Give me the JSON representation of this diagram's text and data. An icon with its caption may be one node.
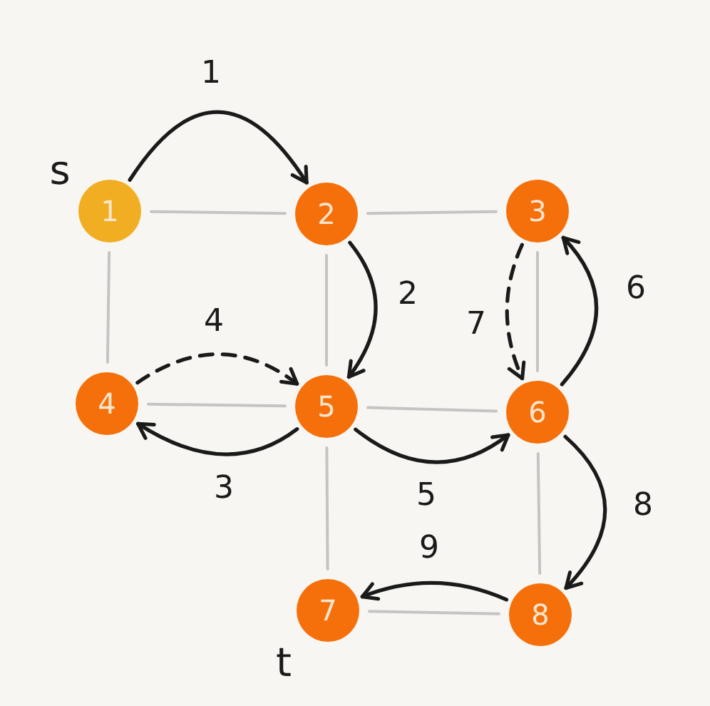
{
  "diagram": {
    "nodes": [
      {
        "text": [
          "1"
        ],
        "beside": [
          "s"
        ]
      },
      {
        "text": [
          "2"
        ]
      },
      {
        "text": [
          "3"
        ]
      },
      {
        "text": [
          "4"
        ]
      },
      {
        "text": [
          "5"
        ]
      },
      {
        "text": [
          "6"
        ]
      },
      {
        "text": [
          "7"
        ],
        "beside": [
          "t"
        ]
      },
      {
        "text": [
          "8"
        ]
      }
    ],
    "edges": [
      {
        "from": 0,
        "to": 1,
        "arrow": "to",
        "label": "1",
        "color": "#1a1a1a"
      },
      {
        "from": 1,
        "to": 4,
        "arrow": "to",
        "label": "2",
        "color": "#1a1a1a"
      },
      {
        "from": 4,
        "to": 3,
        "arrow": "to",
        "label": "3",
        "color": "#1a1a1a"
      },
      {
        "from": 3,
        "to": 4,
        "arrow": "to",
        "label": "4",
        "style": "dashed",
        "color": "#1a1a1a"
      },
      {
        "from": 4,
        "to": 5,
        "arrow": "to",
        "label": "5",
        "color": "#1a1a1a"
      },
      {
        "from": 5,
        "to": 2,
        "arrow": "to",
        "label": "6",
        "color": "#1a1a1a"
      },
      {
        "from": 2,
        "to": 5,
        "arrow": "to",
        "label": "7",
        "style": "dashed",
        "color": "#1a1a1a"
      },
      {
        "from": 5,
        "to": 7,
        "arrow": "to",
        "label": "8",
        "color": "#1a1a1a"
      },
      {
        "from": 7,
        "to": 6,
        "arrow": "to",
        "label": "9",
        "color": "#1a1a1a"
      },
      {
        "from": 0,
        "to": 1,
        "arrow": "none"
      },
      {
        "from": 1,
        "to": 2,
        "arrow": "none"
      },
      {
        "from": 0,
        "to": 3,
        "arrow": "none"
      },
      {
        "from": 1,
        "to": 4,
        "arrow": "none"
      },
      {
        "from": 2,
        "to": 5,
        "arrow": "none"
      },
      {
        "from": 3,
        "to": 4,
        "arrow": "none"
      },
      {
        "from": 4,
        "to": 5,
        "arrow": "none"
      },
      {
        "from": 4,
        "to": 6,
        "arrow": "none"
      },
      {
        "from": 5,
        "to": 7,
        "arrow": "none"
      },
      {
        "from": 6,
        "to": 7,
        "arrow": "none"
      }
    ]
  }
}
